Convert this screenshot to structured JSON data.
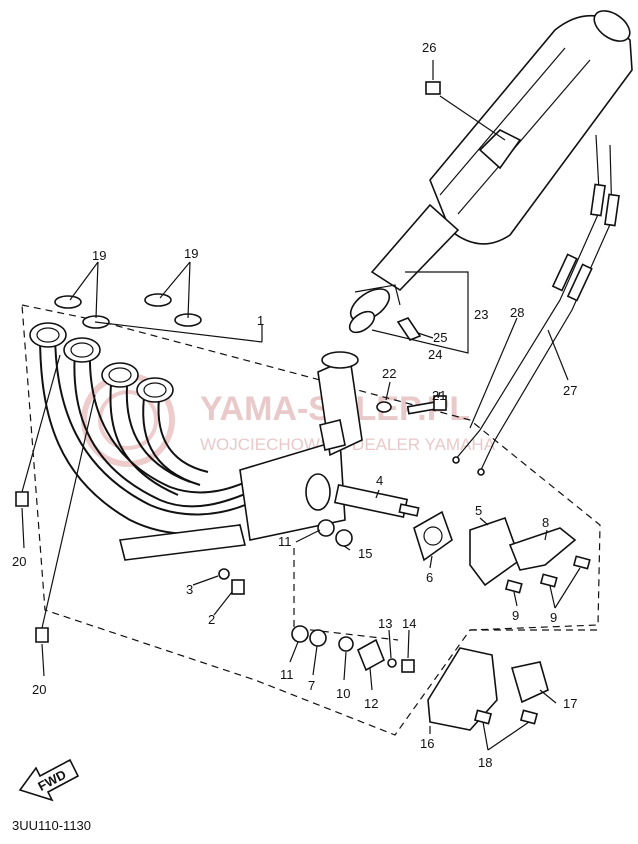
{
  "watermark": {
    "main": "YAMA-SKLEP.PL",
    "sub": "WOJCIECHOWSKI DEALER YAMAHA"
  },
  "fwd_label": "FWD",
  "caption": "3UU110-1130",
  "callouts": {
    "c1": "1",
    "c2": "2",
    "c3": "3",
    "c4": "4",
    "c5": "5",
    "c6": "6",
    "c7": "7",
    "c8": "8",
    "c9a": "9",
    "c9b": "9",
    "c10": "10",
    "c11a": "11",
    "c11b": "11",
    "c12": "12",
    "c13": "13",
    "c14": "14",
    "c15": "15",
    "c16": "16",
    "c17": "17",
    "c18": "18",
    "c19a": "19",
    "c19b": "19",
    "c20a": "20",
    "c20b": "20",
    "c21": "21",
    "c22": "22",
    "c23": "23",
    "c24": "24",
    "c25": "25",
    "c26": "26",
    "c27": "27",
    "c28": "28"
  }
}
